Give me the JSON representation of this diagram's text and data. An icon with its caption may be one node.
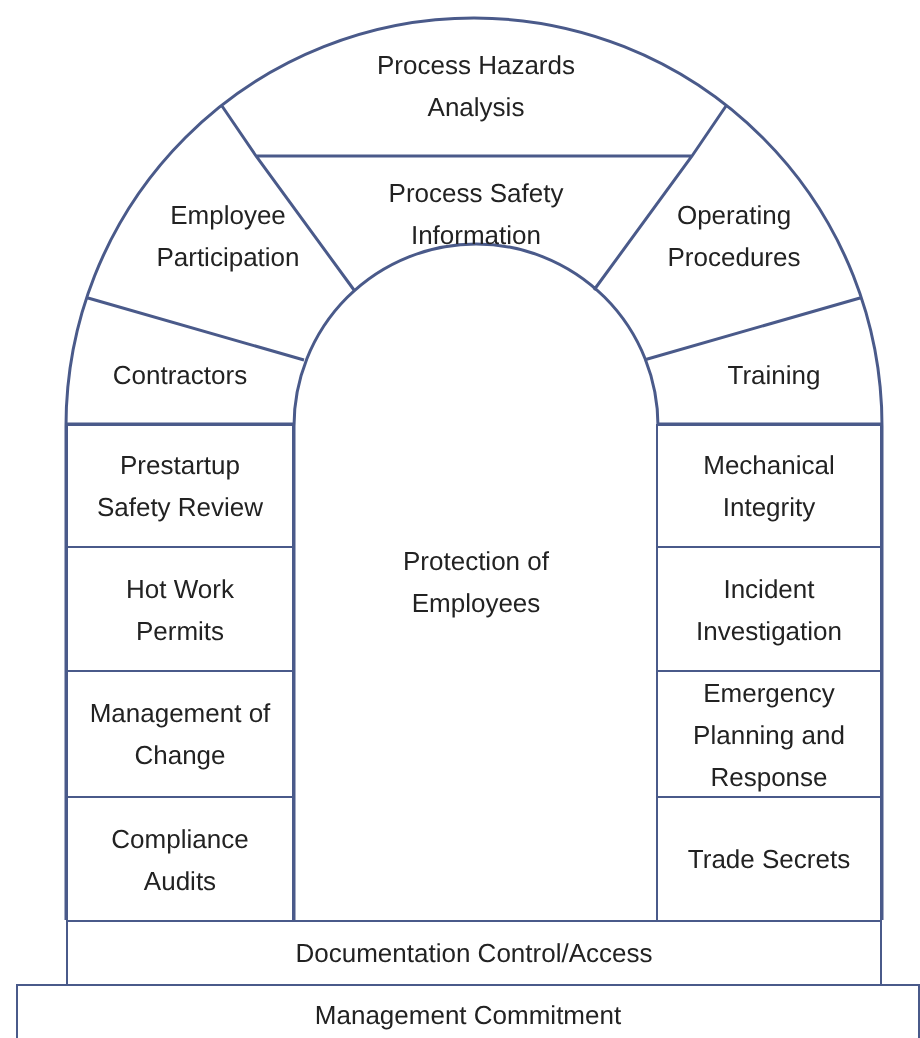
{
  "diagram": {
    "nodes": [
      {
        "text": [
          "Process Hazards Analysis"
        ]
      },
      {
        "text": [
          "Employee Participation"
        ]
      },
      {
        "text": [
          "Process Safety Information"
        ]
      },
      {
        "text": [
          "Operating Procedures"
        ]
      },
      {
        "text": [
          "Contractors"
        ]
      },
      {
        "text": [
          "Training"
        ]
      },
      {
        "text": [
          "Prestartup Safety Review"
        ]
      },
      {
        "text": [
          "Mechanical Integrity"
        ]
      },
      {
        "text": [
          "Hot Work Permits"
        ]
      },
      {
        "text": [
          "Incident Investigation"
        ]
      },
      {
        "text": [
          "Management of Change"
        ]
      },
      {
        "text": [
          "Emergency Planning and Response"
        ]
      },
      {
        "text": [
          "Compliance Audits"
        ]
      },
      {
        "text": [
          "Trade Secrets"
        ]
      },
      {
        "text": [
          "Documentation Control/Access"
        ]
      },
      {
        "text": [
          "Management Commitment"
        ]
      }
    ],
    "labels": [
      "Protection of Employees"
    ]
  }
}
